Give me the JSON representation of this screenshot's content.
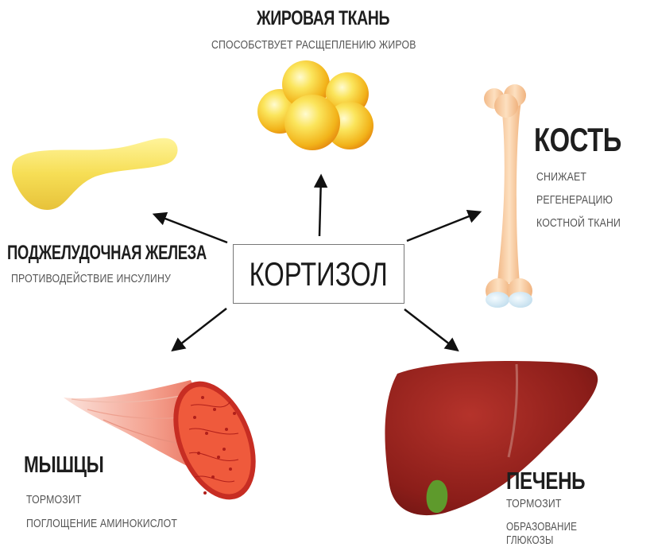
{
  "center": {
    "label": "КОРТИЗОЛ"
  },
  "nodes": {
    "fat": {
      "title": "ЖИРОВАЯ ТКАНЬ",
      "lines": [
        "СПОСОБСТВУЕТ РАСЩЕПЛЕНИЮ ЖИРОВ"
      ]
    },
    "bone": {
      "title": "КОСТЬ",
      "lines": [
        "СНИЖАЕТ",
        "РЕГЕНЕРАЦИЮ",
        "КОСТНОЙ ТКАНИ"
      ]
    },
    "pancreas": {
      "title": "ПОДЖЕЛУДОЧНАЯ ЖЕЛЕЗА",
      "lines": [
        "ПРОТИВОДЕЙСТВИЕ ИНСУЛИНУ"
      ]
    },
    "muscle": {
      "title": "МЫШЦЫ",
      "lines": [
        "ТОРМОЗИТ",
        "ПОГЛОЩЕНИЕ АМИНОКИСЛОТ"
      ]
    },
    "liver": {
      "title": "ПЕЧЕНЬ",
      "lines": [
        "ТОРМОЗИТ",
        "ОБРАЗОВАНИЕ ГЛЮКОЗЫ"
      ]
    }
  },
  "colors": {
    "arrow": "#111111",
    "fat_cell": "#f6c21c",
    "pancreas": "#f4dc5a",
    "bone": "#f8d0a8",
    "bone_joint": "#d8eef8",
    "muscle": "#e9473a",
    "liver": "#8f1e1a",
    "gallbladder": "#5e9a2c"
  }
}
